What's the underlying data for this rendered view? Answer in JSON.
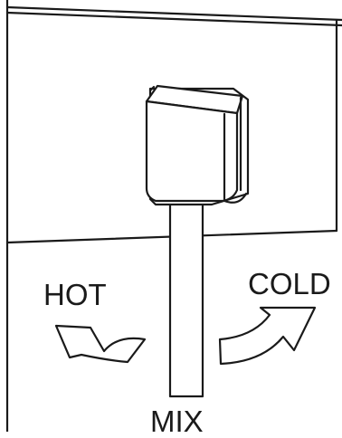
{
  "labels": {
    "hot": "HOT",
    "cold": "COLD",
    "mix": "MIX"
  },
  "colors": {
    "line": "#1a1a1a",
    "fill": "#ffffff"
  },
  "icons": {
    "left_arrow": "curved-arrow-left-icon",
    "right_arrow": "curved-arrow-right-icon"
  }
}
